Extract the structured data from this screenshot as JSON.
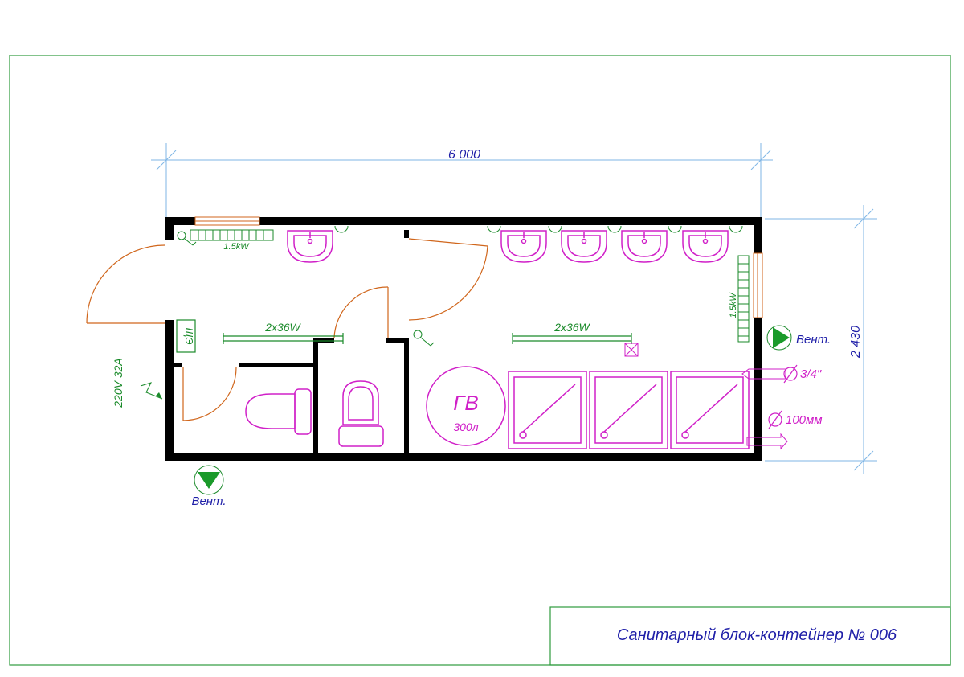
{
  "dimensions": {
    "width": "6 000",
    "height": "2 430"
  },
  "heaters": [
    {
      "label": "1.5kW"
    },
    {
      "label": "1.5kW"
    }
  ],
  "lights": [
    {
      "label": "2x36W"
    },
    {
      "label": "2x36W"
    }
  ],
  "panel": {
    "label": "ЩЭ"
  },
  "power": {
    "label": "220V 32A"
  },
  "boiler": {
    "label": "ГВ",
    "volume": "300л"
  },
  "pipes": {
    "water": "3/4\"",
    "sewer": "100мм"
  },
  "vents": [
    {
      "label": "Вент."
    },
    {
      "label": "Вент."
    }
  ],
  "title_block": {
    "title": "Санитарный блок-контейнер № 006"
  },
  "colors": {
    "frame": "#2e9b3e",
    "wall": "#000000",
    "fixture": "#d020c8",
    "door": "#d0661c",
    "dim": "#7fb6e6",
    "dim_text": "#1f1fa8",
    "equipment": "#1a8a2a"
  }
}
